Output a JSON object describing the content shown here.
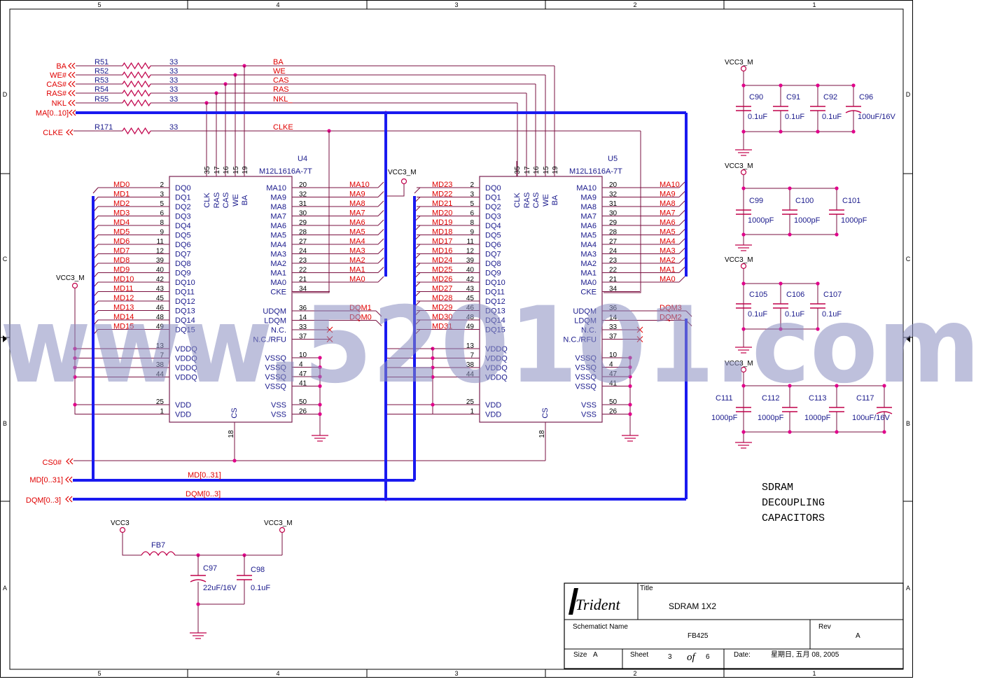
{
  "watermark": "www.520101.com",
  "frame": {
    "col_labels": [
      "5",
      "4",
      "3",
      "2",
      "1"
    ],
    "row_labels": [
      "D",
      "C",
      "B",
      "A"
    ]
  },
  "left_ports": {
    "BA": "BA",
    "WE": "WE#",
    "CAS": "CAS#",
    "RAS": "RAS#",
    "NKL": "NKL",
    "MA": "MA[0..10]",
    "CLKE": "CLKE",
    "CS": "CS0#",
    "MD": "MD[0..31]",
    "DQM": "DQM[0..3]"
  },
  "resistors": [
    {
      "ref": "R51",
      "value": "33",
      "net": "BA"
    },
    {
      "ref": "R52",
      "value": "33",
      "net": "WE"
    },
    {
      "ref": "R53",
      "value": "33",
      "net": "CAS"
    },
    {
      "ref": "R54",
      "value": "33",
      "net": "RAS"
    },
    {
      "ref": "R55",
      "value": "33",
      "net": "NKL_"
    },
    {
      "ref": "R171",
      "value": "33",
      "net": "CLKE"
    }
  ],
  "bus_labels": {
    "md": "MD[0..31]",
    "dqm": "DQM[0..3]"
  },
  "u4": {
    "ref": "U4",
    "part": "M12L1616A-7T",
    "top_names": [
      "CLK",
      "RAS",
      "CAS",
      "WE",
      "BA"
    ],
    "top_pins": [
      "35",
      "17",
      "16",
      "15",
      "19"
    ],
    "dq_pins": [
      "2",
      "3",
      "5",
      "6",
      "8",
      "9",
      "11",
      "12",
      "39",
      "40",
      "42",
      "43",
      "45",
      "46",
      "48",
      "49"
    ],
    "dq_nets": [
      "MD0",
      "MD1",
      "MD2",
      "MD3",
      "MD4",
      "MD5",
      "MD6",
      "MD7",
      "MD8",
      "MD9",
      "MD10",
      "MD11",
      "MD12",
      "MD13",
      "MD14",
      "MD15"
    ],
    "ma_pins": [
      "20",
      "32",
      "31",
      "30",
      "29",
      "28",
      "27",
      "24",
      "23",
      "22",
      "21",
      "34"
    ],
    "ma_nets": [
      "MA10",
      "MA9",
      "MA8",
      "MA7",
      "MA6",
      "MA5",
      "MA4",
      "MA3",
      "MA2",
      "MA1",
      "MA0"
    ],
    "dqm_nets": [
      "DQM1",
      "DQM0"
    ],
    "cs_pin": "18"
  },
  "u5": {
    "ref": "U5",
    "part": "M12L1616A-7T",
    "top_names": [
      "CLK",
      "RAS",
      "CAS",
      "WE",
      "BA"
    ],
    "top_pins": [
      "35",
      "17",
      "16",
      "15",
      "19"
    ],
    "dq_pins": [
      "2",
      "3",
      "5",
      "6",
      "8",
      "9",
      "11",
      "12",
      "39",
      "40",
      "42",
      "43",
      "45",
      "46",
      "48",
      "49"
    ],
    "dq_nets": [
      "MD23",
      "MD22",
      "MD21",
      "MD20",
      "MD19",
      "MD18",
      "MD17",
      "MD16",
      "MD24",
      "MD25",
      "MD26",
      "MD27",
      "MD28",
      "MD29",
      "MD30",
      "MD31"
    ],
    "ma_pins": [
      "20",
      "32",
      "31",
      "30",
      "29",
      "28",
      "27",
      "24",
      "23",
      "22",
      "21",
      "34"
    ],
    "ma_nets": [
      "MA10",
      "MA9",
      "MA8",
      "MA7",
      "MA6",
      "MA5",
      "MA4",
      "MA3",
      "MA2",
      "MA1",
      "MA0"
    ],
    "dqm_nets": [
      "DQM3",
      "DQM2"
    ],
    "cs_pin": "18"
  },
  "chip_pins": {
    "dq_names": [
      "DQ0",
      "DQ1",
      "DQ2",
      "DQ3",
      "DQ4",
      "DQ5",
      "DQ6",
      "DQ7",
      "DQ8",
      "DQ9",
      "DQ10",
      "DQ11",
      "DQ12",
      "DQ13",
      "DQ14",
      "DQ15"
    ],
    "ma_names": [
      "MA10",
      "MA9",
      "MA8",
      "MA7",
      "MA6",
      "MA5",
      "MA4",
      "MA3",
      "MA2",
      "MA1",
      "MA0",
      "CKE"
    ],
    "mask_names": [
      "UDQM",
      "LDQM",
      "N.C.",
      "N.C./RFU"
    ],
    "mask_pins": [
      "36",
      "14",
      "33",
      "37"
    ],
    "vddq_names": [
      "VDDQ",
      "VDDQ",
      "VDDQ",
      "VDDQ"
    ],
    "vddq_pins": [
      "13",
      "7",
      "38",
      "44"
    ],
    "vssq_names": [
      "VSSQ",
      "VSSQ",
      "VSSQ",
      "VSSQ"
    ],
    "vssq_pins": [
      "10",
      "4",
      "47",
      "41"
    ],
    "vdd_names": [
      "VDD",
      "VDD"
    ],
    "vdd_pins": [
      "25",
      "1"
    ],
    "vss_names": [
      "VSS",
      "VSS"
    ],
    "vss_pins": [
      "50",
      "26"
    ],
    "cs_name": "CS"
  },
  "power": {
    "vcc3m": "VCC3_M",
    "vcc3": "VCC3",
    "vcc3m_u5": "VCC3_M"
  },
  "filter": {
    "fb": "FB7",
    "c1_ref": "C97",
    "c1_val": "22uF/16V",
    "c2_ref": "C98",
    "c2_val": "0.1uF"
  },
  "decoupling": {
    "groups": [
      {
        "rail": "VCC3_M",
        "caps": [
          {
            "ref": "C90",
            "val": "0.1uF"
          },
          {
            "ref": "C91",
            "val": "0.1uF"
          },
          {
            "ref": "C92",
            "val": "0.1uF"
          },
          {
            "ref": "C96",
            "val": "100uF/16V"
          }
        ]
      },
      {
        "rail": "VCC3_M",
        "caps": [
          {
            "ref": "C99",
            "val": "1000pF"
          },
          {
            "ref": "C100",
            "val": "1000pF"
          },
          {
            "ref": "C101",
            "val": "1000pF"
          }
        ]
      },
      {
        "rail": "VCC3_M",
        "caps": [
          {
            "ref": "C105",
            "val": "0.1uF"
          },
          {
            "ref": "C106",
            "val": "0.1uF"
          },
          {
            "ref": "C107",
            "val": "0.1uF"
          }
        ]
      },
      {
        "rail": "VCC3_M",
        "caps": [
          {
            "ref": "C111",
            "val": "1000pF"
          },
          {
            "ref": "C112",
            "val": "1000pF"
          },
          {
            "ref": "C113",
            "val": "1000pF"
          },
          {
            "ref": "C117",
            "val": "100uF/16V"
          }
        ]
      }
    ],
    "note": [
      "SDRAM",
      "DECOUPLING",
      "CAPACITORS"
    ]
  },
  "title_block": {
    "logo": "Trident",
    "title_label": "Title",
    "title": "SDRAM  1X2",
    "schematic_label": "Schematict Name",
    "schematic": "FB425",
    "rev_label": "Rev",
    "rev": "A",
    "size_label": "Size",
    "size": "A",
    "sheet_label": "Sheet",
    "sheet": "3",
    "of": "of",
    "total": "6",
    "date_label": "Date:",
    "date": "星期日, 五月 08, 2005"
  }
}
